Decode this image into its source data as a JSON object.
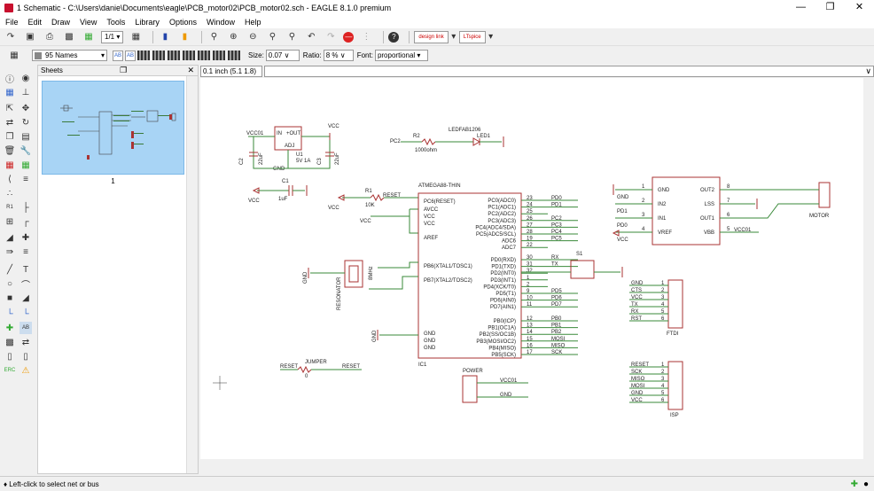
{
  "window": {
    "title": "1 Schematic - C:\\Users\\danie\\Documents\\eagle\\PCB_motor02\\PCB_motor02.sch - EAGLE 8.1.0 premium"
  },
  "menu": [
    "File",
    "Edit",
    "Draw",
    "View",
    "Tools",
    "Library",
    "Options",
    "Window",
    "Help"
  ],
  "toolbar": {
    "sheet_select": "1/1",
    "design_link": "design link",
    "ltspice": "LTspice"
  },
  "params": {
    "layer": "95 Names",
    "size_label": "Size:",
    "size": "0.07",
    "ratio_label": "Ratio:",
    "ratio": "8 %",
    "font_label": "Font:",
    "font": "proportional"
  },
  "sheets": {
    "title": "Sheets",
    "items": [
      {
        "label": "1"
      }
    ]
  },
  "coord": "0.1 inch (5.1 1.8)",
  "status": "♦ Left-click to select net or bus",
  "schematic": {
    "u1": {
      "name": "U1",
      "value": "5V 1A",
      "in": "IN",
      "out": "+OUT",
      "adj": "ADJ",
      "ref1": "VCC01",
      "vcc": "VCC",
      "gnd": "GND",
      "c2": "C2",
      "c2v": "22uF",
      "c3": "C3",
      "c3v": "22uF"
    },
    "led": {
      "r2": "R2",
      "r2v": "1000ohm",
      "led": "LED1",
      "ledv": "LEDFAB1206",
      "pc2": "PC2"
    },
    "c1": {
      "name": "C1",
      "value": "1uF",
      "vcc": "VCC"
    },
    "r1": {
      "name": "R1",
      "value": "10K",
      "reset": "RESET",
      "vcc": "VCC"
    },
    "ic1": {
      "name": "IC1",
      "value": "ATMEGA88-THIN",
      "left_pins": [
        "PC6(RESET)",
        "AVCC",
        "VCC",
        "VCC",
        "AREF",
        "PB6(XTAL1/TOSC1)",
        "PB7(XTAL2/TOSC2)",
        "GND",
        "GND",
        "GND"
      ],
      "right_pins": [
        "PC0(ADC0)",
        "PC1(ADC1)",
        "PC2(ADC2)",
        "PC3(ADC3)",
        "PC4(ADC4/SDA)",
        "PC5(ADC5/SCL)",
        "ADC6",
        "ADC7",
        "PD0(RXD)",
        "PD1(TXD)",
        "PD2(INT0)",
        "PD3(INT1)",
        "PD4(XCK/T0)",
        "PD5(T1)",
        "PD6(AIN0)",
        "PD7(AIN1)",
        "PB0(ICP)",
        "PB1(OC1A)",
        "PB2(SS/OC1B)",
        "PB3(MOSI/OC2)",
        "PB4(MISO)",
        "PB5(SCK)"
      ],
      "right_nums": [
        "23",
        "24",
        "25",
        "26",
        "27",
        "28",
        "19",
        "22",
        "30",
        "31",
        "32",
        "1",
        "2",
        "9",
        "10",
        "11",
        "12",
        "13",
        "14",
        "15",
        "16",
        "17"
      ],
      "right_nets": [
        "PD0",
        "PD1",
        "",
        "PC2",
        "PC3",
        "PC4",
        "PC5",
        "",
        "RX",
        "TX",
        "",
        "",
        "",
        "PD5",
        "PD6",
        "PD7",
        "PB0",
        "PB1",
        "PB2",
        "MOSI",
        "MISO",
        "SCK"
      ]
    },
    "resonator": {
      "name": "RESONATOR",
      "value": "8MHz",
      "gnd": "GND"
    },
    "s1": {
      "name": "S1"
    },
    "jumper": {
      "name": "JUMPER",
      "value": "0",
      "a": "RESET",
      "b": "RESET"
    },
    "power": {
      "name": "POWER",
      "nets": [
        "VCC01",
        "GND"
      ]
    },
    "driver": {
      "left": [
        "GND",
        "IN2",
        "IN1",
        "VREF"
      ],
      "left_nums": [
        "1",
        "2",
        "3",
        "4"
      ],
      "right": [
        "OUT2",
        "LSS",
        "OUT1",
        "VBB"
      ],
      "right_nums": [
        "8",
        "7",
        "6",
        "5"
      ],
      "nets_left": [
        "GND",
        "PD1",
        "PD0",
        "VCC"
      ],
      "vbb_net": "VCC01"
    },
    "motor": {
      "name": "MOTOR"
    },
    "ftdi": {
      "name": "FTDI",
      "pins": [
        "GND",
        "CTS",
        "VCC",
        "TX",
        "RX",
        "RST"
      ]
    },
    "isp": {
      "name": "ISP",
      "pins": [
        "RESET",
        "SCK",
        "MISO",
        "MOSI",
        "GND",
        "VCC"
      ]
    }
  }
}
